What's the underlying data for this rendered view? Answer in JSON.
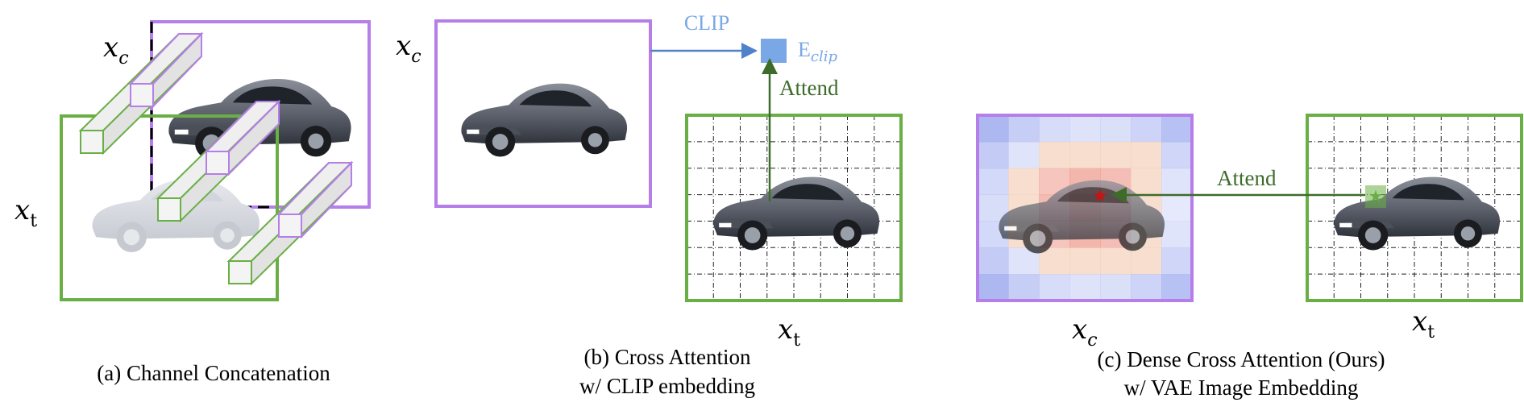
{
  "panels": {
    "a": {
      "label_xc": "x",
      "label_xc_sub": "c",
      "label_xt": "x",
      "label_xt_sub": "t",
      "caption": "(a) Channel Concatenation"
    },
    "b": {
      "label_xc": "x",
      "label_xc_sub": "c",
      "label_xt": "x",
      "label_xt_sub": "t",
      "clip_label": "CLIP",
      "embed_main": "E",
      "embed_sub": "clip",
      "attend_label": "Attend",
      "caption_line1": "(b) Cross Attention",
      "caption_line2": "w/ CLIP embedding"
    },
    "c": {
      "label_xc": "x",
      "label_xc_sub": "c",
      "label_xt": "x",
      "label_xt_sub": "t",
      "attend_label": "Attend",
      "caption_line1": "(c) Dense Cross Attention (Ours)",
      "caption_line2": "w/ VAE Image Embedding"
    }
  },
  "colors": {
    "purple": "#b57ee8",
    "green": "#6aaf45",
    "clip_blue": "#7aa7e6",
    "attend_green": "#3d6b2a",
    "heat_red": "#e87a6a",
    "heat_blue": "#9aa8ee"
  },
  "icons": [
    "car-image",
    "car-faded-image",
    "star-icon",
    "arrow-icon",
    "cuboid-icon"
  ]
}
